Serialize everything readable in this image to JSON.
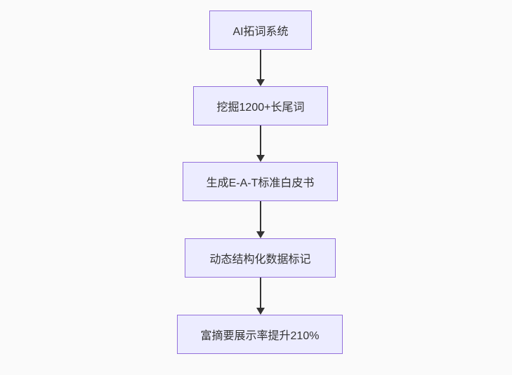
{
  "diagram": {
    "type": "flowchart",
    "direction": "top-down",
    "nodes": [
      {
        "id": "A",
        "label": "AI拓词系统"
      },
      {
        "id": "B",
        "label": "挖掘1200+长尾词"
      },
      {
        "id": "C",
        "label": "生成E-A-T标准白皮书"
      },
      {
        "id": "D",
        "label": "动态结构化数据标记"
      },
      {
        "id": "E",
        "label": "富摘要展示率提升210%"
      }
    ],
    "edges": [
      {
        "from": "A",
        "to": "B",
        "style": "arrow-down"
      },
      {
        "from": "B",
        "to": "C",
        "style": "arrow-down"
      },
      {
        "from": "C",
        "to": "D",
        "style": "arrow-down"
      },
      {
        "from": "D",
        "to": "E",
        "style": "arrow-down"
      }
    ],
    "colors": {
      "background": "#FAFAFA",
      "node_fill": "#ECECFF",
      "node_border": "#9370DB",
      "arrow": "#333333",
      "text": "#333333"
    }
  }
}
